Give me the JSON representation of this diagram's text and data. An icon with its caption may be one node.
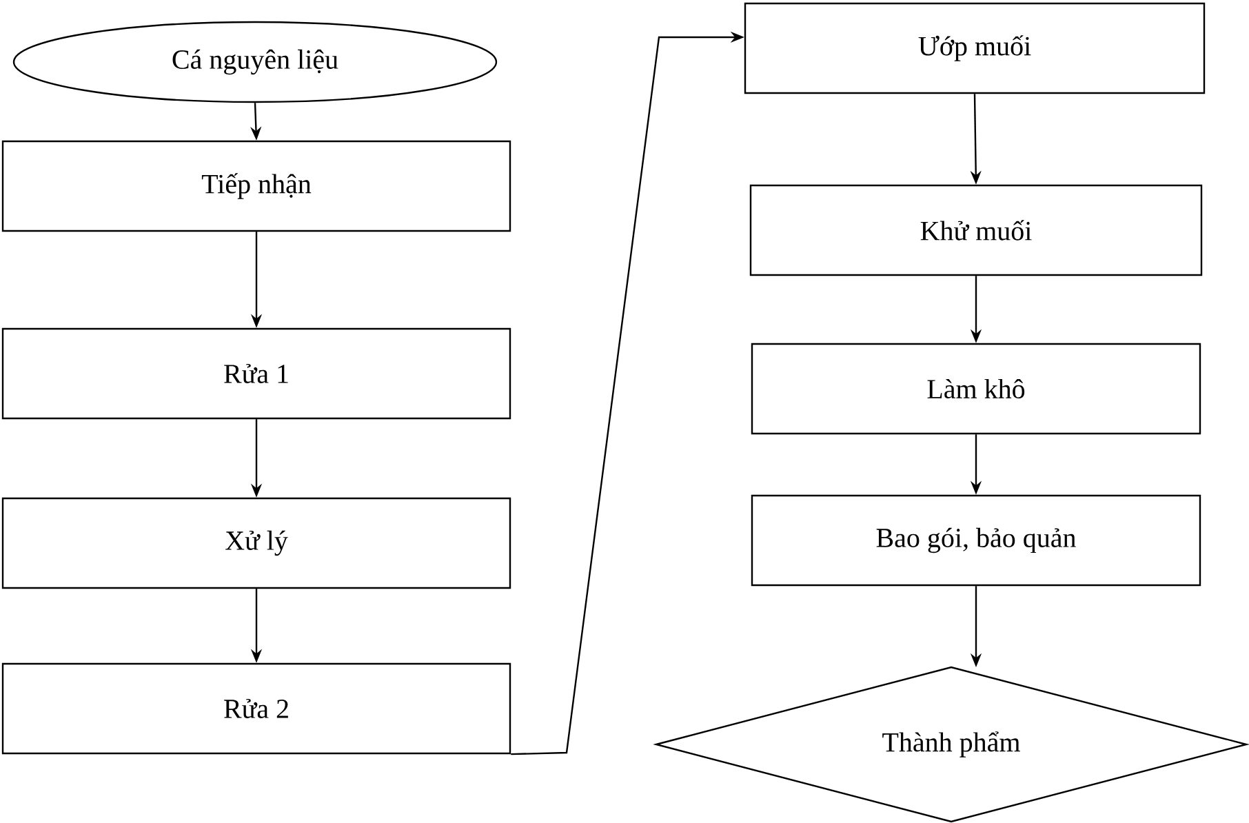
{
  "diagram": {
    "nodes": [
      {
        "text": [
          "Cá nguyên liệu"
        ]
      },
      {
        "text": [
          "Tiếp nhận"
        ]
      },
      {
        "text": [
          "Rửa 1"
        ]
      },
      {
        "text": [
          "Xử lý"
        ]
      },
      {
        "text": [
          "Rửa 2"
        ]
      },
      {
        "text": [
          "Ướp muối"
        ]
      },
      {
        "text": [
          "Khử muối"
        ]
      },
      {
        "text": [
          "Làm khô"
        ]
      },
      {
        "text": [
          "Bao gói, bảo quản"
        ]
      },
      {
        "text": [
          "Thành phẩm"
        ]
      }
    ],
    "edges": [
      {
        "from": 0,
        "to": 1,
        "arrow": "to"
      },
      {
        "from": 1,
        "to": 2,
        "arrow": "to"
      },
      {
        "from": 2,
        "to": 3,
        "arrow": "to"
      },
      {
        "from": 3,
        "to": 4,
        "arrow": "to"
      },
      {
        "from": 4,
        "to": 5,
        "arrow": "to"
      },
      {
        "from": 5,
        "to": 6,
        "arrow": "to"
      },
      {
        "from": 6,
        "to": 7,
        "arrow": "to"
      },
      {
        "from": 7,
        "to": 8,
        "arrow": "to"
      },
      {
        "from": 8,
        "to": 9,
        "arrow": "to"
      }
    ]
  }
}
